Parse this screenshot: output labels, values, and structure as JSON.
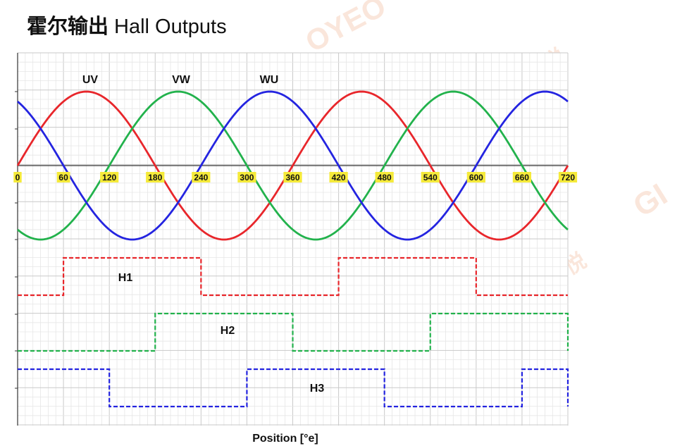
{
  "title": {
    "zh": "霍尔输出",
    "en": "Hall Outputs"
  },
  "watermarks": [
    "OYEO",
    "GI",
    "悦",
    "悦"
  ],
  "chart_data": {
    "type": "line",
    "xlabel": "Position [°e]",
    "xlim": [
      0,
      720
    ],
    "xticks": [
      0,
      60,
      120,
      180,
      240,
      300,
      360,
      420,
      480,
      540,
      600,
      660,
      720
    ],
    "grid": true,
    "sine_series": [
      {
        "name": "UV",
        "phase_deg": 0,
        "color": "#e8262b",
        "amplitude": 1
      },
      {
        "name": "VW",
        "phase_deg": 120,
        "color": "#22b24c",
        "amplitude": 1
      },
      {
        "name": "WU",
        "phase_deg": 240,
        "color": "#2424e0",
        "amplitude": 1
      }
    ],
    "hall_series": [
      {
        "name": "H1",
        "color": "#e8262b",
        "high_intervals": [
          [
            60,
            240
          ],
          [
            420,
            600
          ]
        ]
      },
      {
        "name": "H2",
        "color": "#22b24c",
        "high_intervals": [
          [
            180,
            360
          ],
          [
            540,
            720
          ]
        ]
      },
      {
        "name": "H3",
        "color": "#2424e0",
        "high_intervals": [
          [
            0,
            120
          ],
          [
            300,
            480
          ],
          [
            660,
            720
          ]
        ]
      }
    ]
  }
}
